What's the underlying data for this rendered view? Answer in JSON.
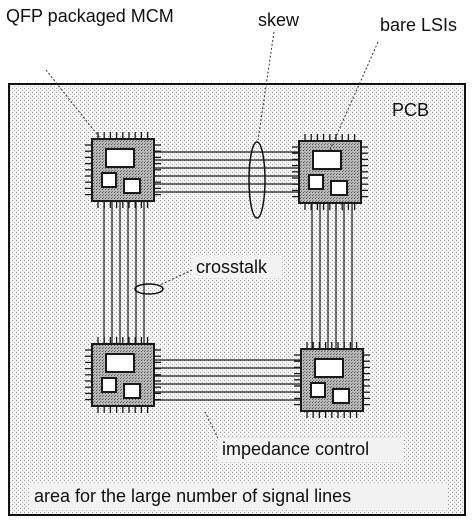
{
  "labels": {
    "qfp_mcm": "QFP packaged MCM",
    "skew": "skew",
    "bare_lsis": "bare LSIs",
    "pcb": "PCB",
    "crosstalk": "crosstalk",
    "impedance_control": "impedance control",
    "signal_area": "area for the large number of signal lines"
  },
  "modules": [
    {
      "id": "top-left"
    },
    {
      "id": "top-right"
    },
    {
      "id": "bottom-left"
    },
    {
      "id": "bottom-right"
    }
  ],
  "colors": {
    "pcb_fill": "#ececec",
    "package_fill": "#9a9a9a",
    "chip_fill": "#ffffff",
    "line": "#1a1a1a"
  }
}
